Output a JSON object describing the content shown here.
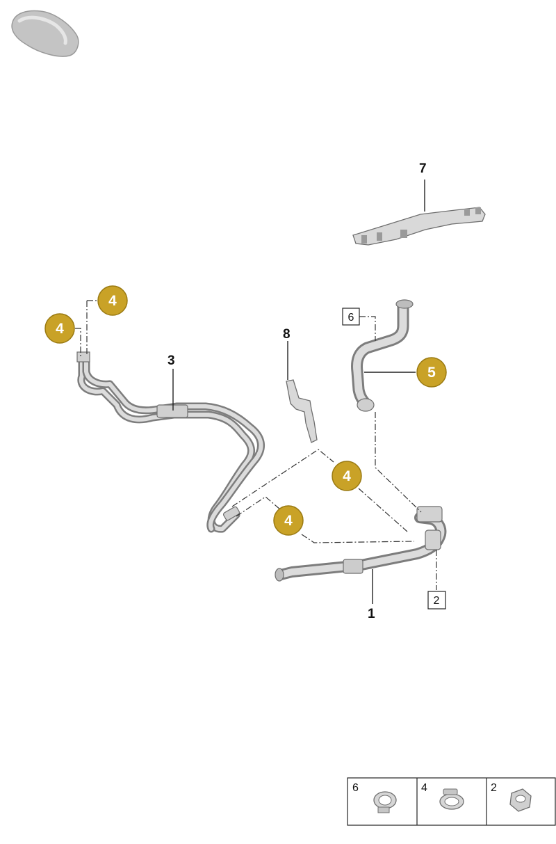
{
  "callouts": {
    "p1": "1",
    "p3": "3",
    "p7": "7",
    "p8": "8",
    "c4a": "4",
    "c4b": "4",
    "c4c": "4",
    "c4d": "4",
    "c5": "5"
  },
  "boxes": {
    "b6": "6",
    "b2": "2"
  },
  "legend": {
    "cells": [
      {
        "label": "6",
        "icon": "hose-clamp-icon"
      },
      {
        "label": "4",
        "icon": "spring-clamp-icon"
      },
      {
        "label": "2",
        "icon": "hex-nut-icon"
      }
    ]
  },
  "colors": {
    "callout_fill": "#c9a227",
    "callout_border": "#9a7a12",
    "part_fill": "#d9d9d9",
    "part_outline": "#6e6e6e"
  }
}
